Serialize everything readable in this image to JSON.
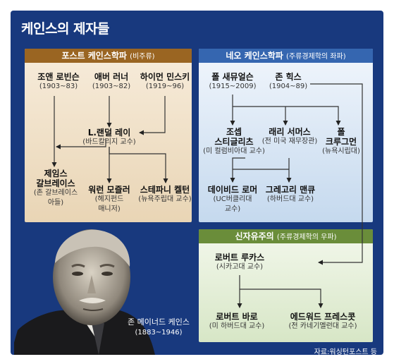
{
  "title": "케인스의 제자들",
  "groups": {
    "post": {
      "name": "포스트 케인스학파",
      "sub": "(비주류)",
      "color": "#9a6522"
    },
    "neo": {
      "name": "네오 케인스학파",
      "sub": "(주류경제학의 좌파)",
      "color": "#3566b0"
    },
    "new_classical": {
      "name": "신자유주의",
      "sub": "(주류경제학의 우파)",
      "color": "#6a8d3a"
    }
  },
  "people": {
    "robinson": {
      "name": "조앤 로빈슨",
      "detail": "(1903~83)"
    },
    "lerner": {
      "name": "애버 러너",
      "detail": "(1903~82)"
    },
    "minsky": {
      "name": "하이먼 민스키",
      "detail": "(1919~96)"
    },
    "wray": {
      "name": "L.랜덜 레이",
      "detail": "(바드칼리지 교수)"
    },
    "galbraith": {
      "name": "제임스\n갈브레이스",
      "detail": "(존 갈브레이스\n아들)"
    },
    "mosler": {
      "name": "워런 모즐러",
      "detail": "(헤지펀드\n매니저)"
    },
    "kelton": {
      "name": "스테파니 켈턴",
      "detail": "(뉴욕주립대 교수)"
    },
    "samuelson": {
      "name": "폴 새뮤얼슨",
      "detail": "(1915~2009)"
    },
    "hicks": {
      "name": "존 힉스",
      "detail": "(1904~89)"
    },
    "stiglitz": {
      "name": "조셉\n스티글리츠",
      "detail": "(미 컬럼비아대 교수)"
    },
    "summers": {
      "name": "래리 서머스",
      "detail": "(전 미국 재무장관)"
    },
    "krugman": {
      "name": "폴\n크루그먼",
      "detail": "(뉴욕시립대)"
    },
    "romer": {
      "name": "데이비드 로머",
      "detail": "(UC버클리대\n교수)"
    },
    "mankiw": {
      "name": "그레고리 맨큐",
      "detail": "(하버드대 교수)"
    },
    "lucas": {
      "name": "로버트 루카스",
      "detail": "(시카고대 교수)"
    },
    "barro": {
      "name": "로버트 바로",
      "detail": "(미 하버드대 교수)"
    },
    "prescott": {
      "name": "에드워드 프레스콧",
      "detail": "(전 카네기멜런대 교수)"
    }
  },
  "portrait": {
    "name": "존 메이너드 케인스",
    "detail": "(1883~1946)"
  },
  "source": "자료:워싱턴포스트 등"
}
